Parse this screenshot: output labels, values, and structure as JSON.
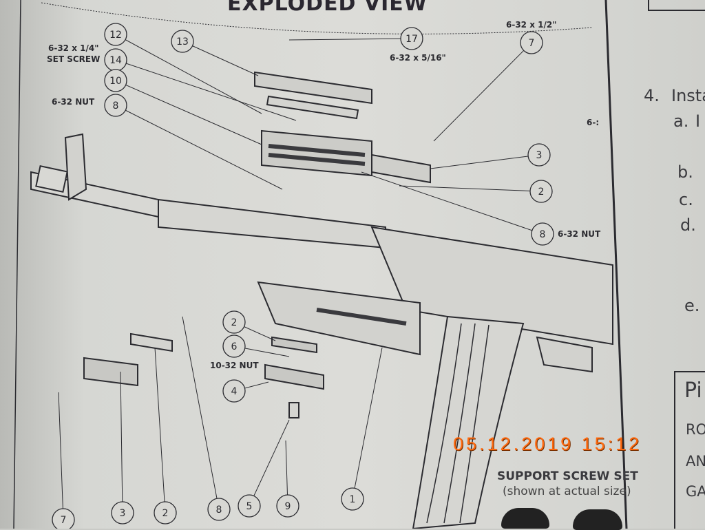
{
  "title": "EXPLODED VIEW",
  "labels": {
    "set_screw_size": "6-32 x 1/4\"",
    "set_screw": "SET SCREW",
    "nut_left": "6-32 NUT",
    "screw_17_size": "6-32 x 5/16\"",
    "screw_7_size": "6-32 x 1/2\"",
    "cut_label": "6-:",
    "nut_right": "6-32 NUT",
    "nut_10_32": "10-32 NUT"
  },
  "callouts": [
    "12",
    "13",
    "17",
    "7",
    "14",
    "10",
    "8",
    "3",
    "2",
    "8",
    "2",
    "6",
    "4",
    "1",
    "7",
    "3",
    "2",
    "8",
    "5",
    "9"
  ],
  "right_column": {
    "step": "4.",
    "step_text": "Insta",
    "items": [
      "a.",
      "I",
      "b.",
      "c.",
      "d.",
      "e."
    ],
    "box_title": "Pi",
    "box_lines": [
      "RO",
      "AN",
      "GA"
    ]
  },
  "bottom": {
    "heading": "SUPPORT SCREW SET",
    "subheading": "(shown at actual size)"
  },
  "timestamp": "05.12.2019 15:12"
}
